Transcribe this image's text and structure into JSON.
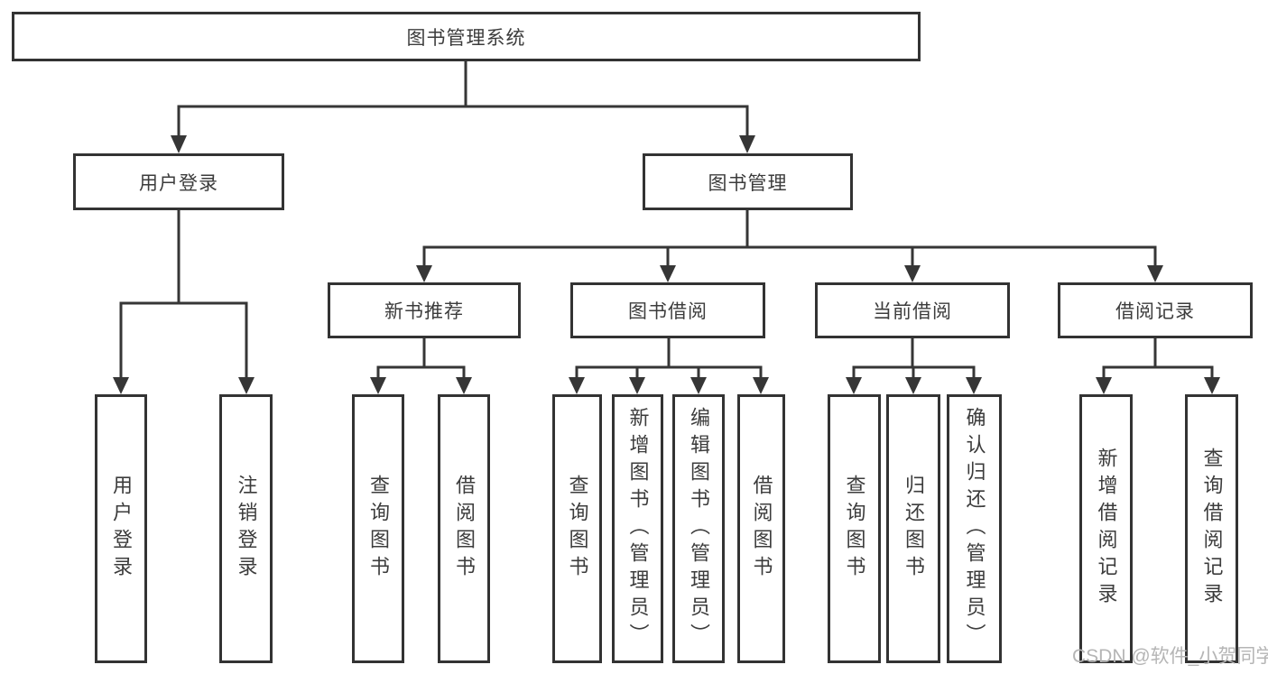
{
  "diagram": {
    "title_node": {
      "label": "图书管理系统"
    },
    "level2": [
      {
        "id": "user-login",
        "label": "用户登录",
        "parent": "图书管理系统"
      },
      {
        "id": "book-management",
        "label": "图书管理",
        "parent": "图书管理系统"
      }
    ],
    "level3": [
      {
        "id": "new-book-recommend",
        "label": "新书推荐",
        "parent": "图书管理"
      },
      {
        "id": "book-borrow",
        "label": "图书借阅",
        "parent": "图书管理"
      },
      {
        "id": "current-borrow",
        "label": "当前借阅",
        "parent": "图书管理"
      },
      {
        "id": "borrow-records",
        "label": "借阅记录",
        "parent": "图书管理"
      }
    ],
    "leaves": [
      {
        "label": "用户登录",
        "parent": "用户登录"
      },
      {
        "label": "注销登录",
        "parent": "用户登录"
      },
      {
        "label": "查询图书",
        "parent": "新书推荐"
      },
      {
        "label": "借阅图书",
        "parent": "新书推荐"
      },
      {
        "label": "查询图书",
        "parent": "图书借阅"
      },
      {
        "label": "新增图书（管理员）",
        "parent": "图书借阅"
      },
      {
        "label": "编辑图书（管理员）",
        "parent": "图书借阅"
      },
      {
        "label": "借阅图书",
        "parent": "图书借阅"
      },
      {
        "label": "查询图书",
        "parent": "当前借阅"
      },
      {
        "label": "归还图书",
        "parent": "当前借阅"
      },
      {
        "label": "确认归还（管理员）",
        "parent": "当前借阅"
      },
      {
        "label": "新增借阅记录",
        "parent": "借阅记录"
      },
      {
        "label": "查询借阅记录",
        "parent": "借阅记录"
      }
    ],
    "watermark": "CSDN @软件_小贺同学",
    "colors": {
      "line": "#363636",
      "border": "#333333",
      "text": "#3c3c3c",
      "watermark": "#b5b5b5",
      "background": "#ffffff"
    }
  }
}
